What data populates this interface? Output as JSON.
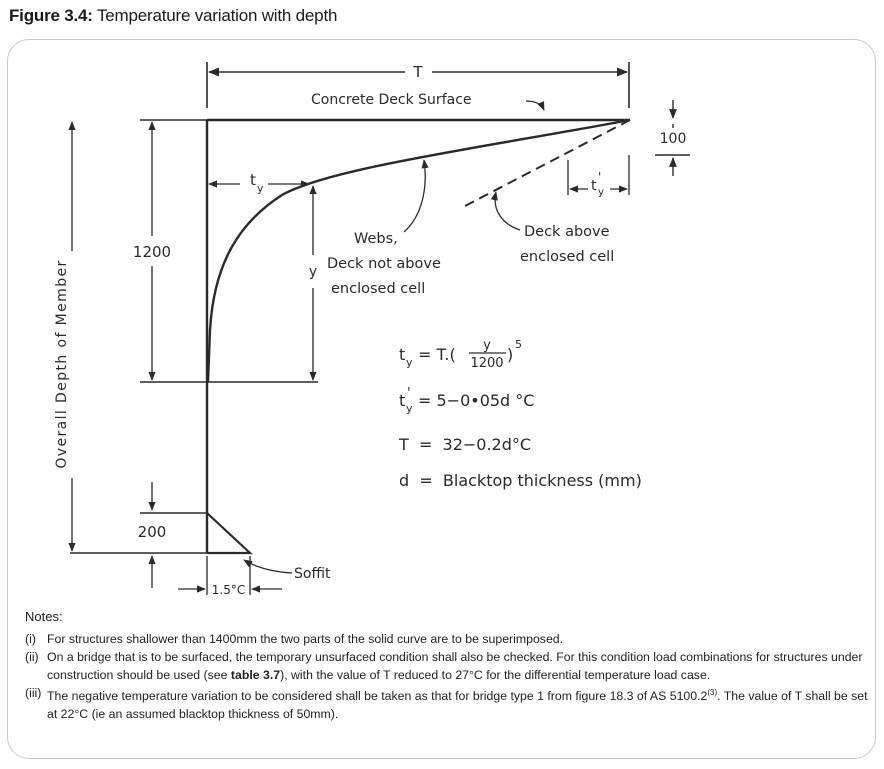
{
  "figure": {
    "label": "Figure 3.4:",
    "title": "Temperature variation with depth"
  },
  "diagram": {
    "top_dim": "T",
    "deck_surface": "Concrete Deck Surface",
    "right_dim": "100",
    "depth_1200": "1200",
    "depth_200": "200",
    "y_label": "y",
    "vertical_axis": "Overall Depth of Member",
    "ty_label": "t",
    "ty_sub": "y",
    "typ_label": "t",
    "typ_sub": "y",
    "typ_prime": "'",
    "webs_line1": "Webs,",
    "webs_line2": "Deck not above",
    "webs_line3": "enclosed cell",
    "deck_line1": "Deck above",
    "deck_line2": "enclosed cell",
    "soffit": "Soffit",
    "soffit_dim": "1.5°C"
  },
  "equations": {
    "eq1_left": "t",
    "eq1_sub": "y",
    "eq1_mid": "= T.(",
    "eq1_num": "y",
    "eq1_den": "1200",
    "eq1_close": ")",
    "eq1_exp": "5",
    "eq2_left": "t",
    "eq2_sub": "y",
    "eq2_prime": "'",
    "eq2_rest": "= 5−0•05d °C",
    "eq3": "T  =  32−0.2d°C",
    "eq4": "d  =  Blacktop thickness (mm)"
  },
  "notes": {
    "heading": "Notes:",
    "items": [
      {
        "num": "(i)",
        "text": "For structures shallower than 1400mm the two parts of the solid curve are to be superimposed."
      },
      {
        "num": "(ii)",
        "pre": "On a bridge that is to be surfaced, the temporary unsurfaced condition shall also be checked. For this condition load combinations for structures under construction should be used (see ",
        "bold": "table 3.7",
        "post": "), with the value of T reduced to 27°C for the differential temperature load case."
      },
      {
        "num": "(iii)",
        "pre": "The negative temperature variation to be considered shall be taken as that for bridge type 1 from figure 18.3 of AS 5100.2",
        "sup": "(3)",
        "post": ". The value of T shall be set at 22°C (ie an assumed blacktop thickness of 50mm)."
      }
    ]
  }
}
